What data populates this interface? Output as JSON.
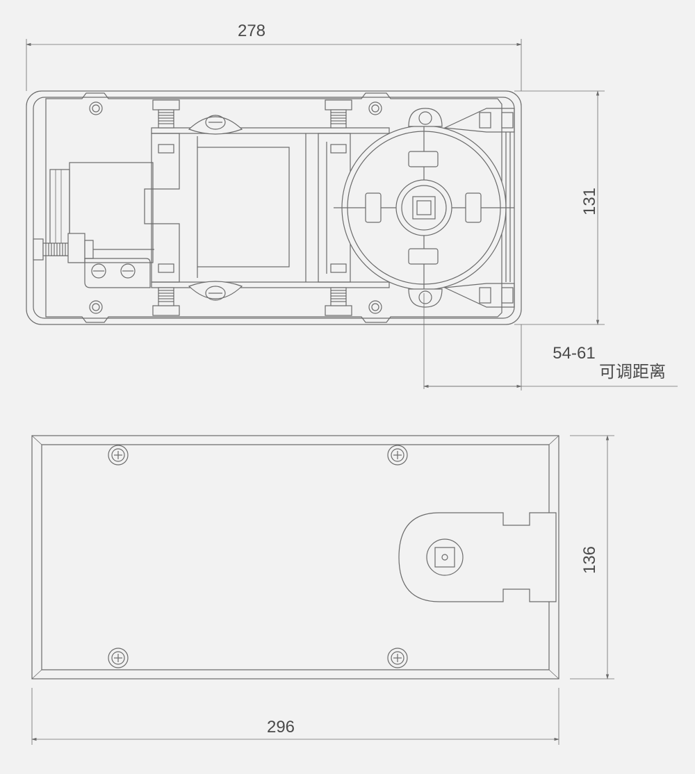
{
  "dimensions": {
    "top_width": "278",
    "top_height": "131",
    "adjustable_range": "54-61",
    "adjustable_note": "可调距离",
    "bottom_height": "136",
    "bottom_width": "296"
  },
  "colors": {
    "background": "#f2f2f2",
    "line": "#6b6b6b",
    "text": "#4a4a4a"
  }
}
